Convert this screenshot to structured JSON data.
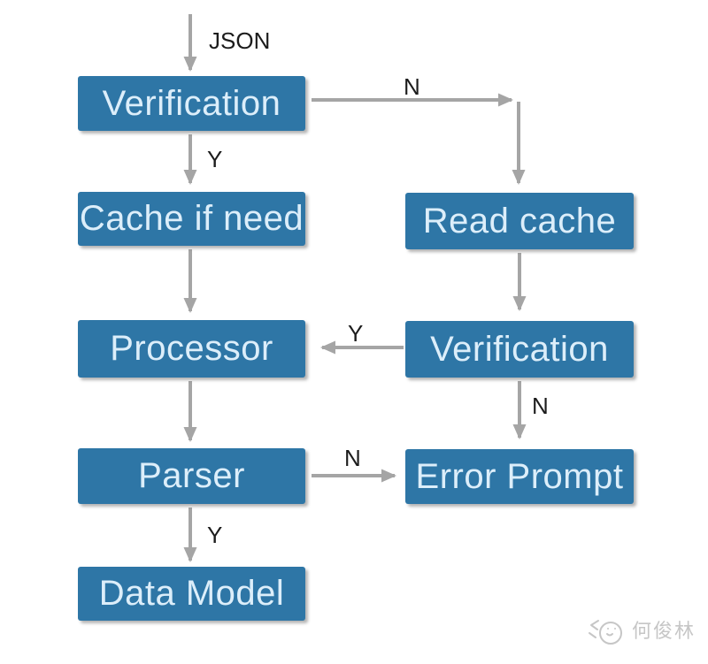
{
  "diagram": {
    "type": "flowchart",
    "input_label": "JSON",
    "nodes": [
      {
        "id": "verification_top",
        "label": "Verification"
      },
      {
        "id": "cache_if_need",
        "label": "Cache if need"
      },
      {
        "id": "read_cache",
        "label": "Read cache"
      },
      {
        "id": "processor",
        "label": "Processor"
      },
      {
        "id": "verification_right",
        "label": "Verification"
      },
      {
        "id": "parser",
        "label": "Parser"
      },
      {
        "id": "error_prompt",
        "label": "Error Prompt"
      },
      {
        "id": "data_model",
        "label": "Data Model"
      }
    ],
    "edges": [
      {
        "from": "input",
        "to": "verification_top",
        "label": "JSON"
      },
      {
        "from": "verification_top",
        "to": "cache_if_need",
        "label": "Y"
      },
      {
        "from": "verification_top",
        "to": "read_cache",
        "label": "N"
      },
      {
        "from": "cache_if_need",
        "to": "processor",
        "label": ""
      },
      {
        "from": "read_cache",
        "to": "verification_right",
        "label": ""
      },
      {
        "from": "verification_right",
        "to": "processor",
        "label": "Y"
      },
      {
        "from": "verification_right",
        "to": "error_prompt",
        "label": "N"
      },
      {
        "from": "processor",
        "to": "parser",
        "label": ""
      },
      {
        "from": "parser",
        "to": "error_prompt",
        "label": "N"
      },
      {
        "from": "parser",
        "to": "data_model",
        "label": "Y"
      }
    ],
    "colors": {
      "node_fill": "#2e76a6",
      "node_text": "#dceefa",
      "arrow": "#a5a5a5",
      "label_text": "#1c1c1c",
      "watermark": "#c6c6c6"
    }
  },
  "watermark": {
    "text": "何俊林",
    "logo": "cat-face-logo-icon"
  }
}
